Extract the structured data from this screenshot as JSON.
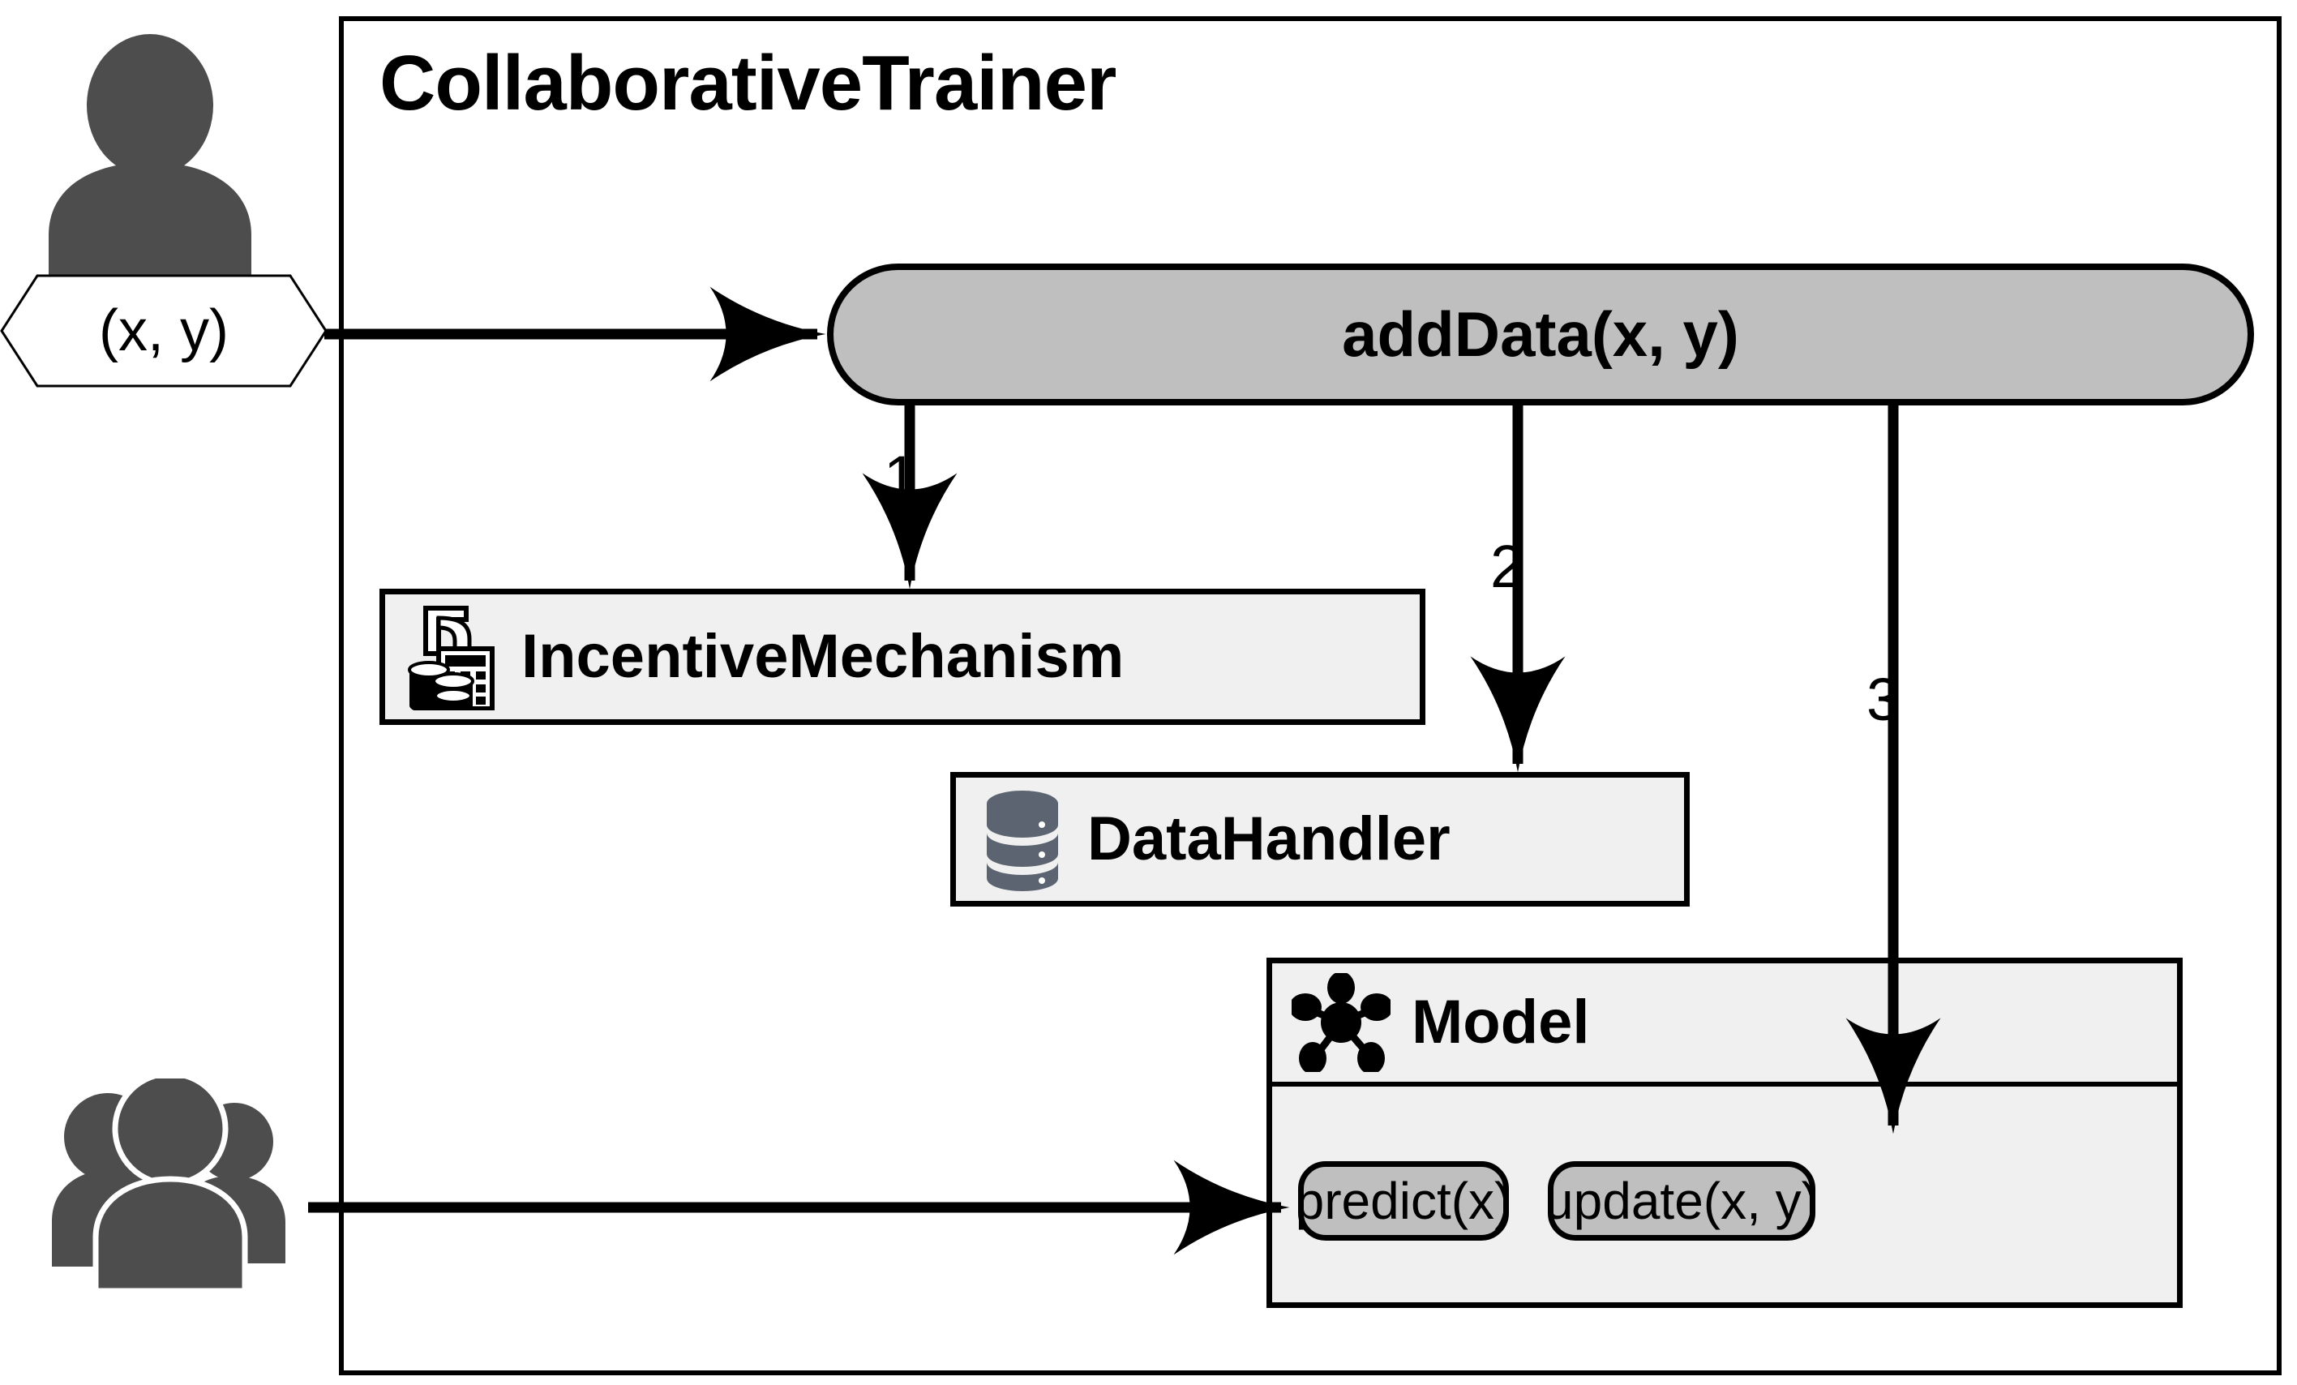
{
  "diagram": {
    "title": "CollaborativeTrainer",
    "container_label": "CollaborativeTrainer"
  },
  "actors": {
    "single_user": {
      "icon": "user-icon",
      "data_label": "(x, y)"
    },
    "group_users": {
      "icon": "users-group-icon"
    }
  },
  "entry_method": {
    "label": "addData(x, y)",
    "fill": "#bfbfbf"
  },
  "components": [
    {
      "id": "incentive-mechanism",
      "label": "IncentiveMechanism",
      "icon": "calculator-coins-icon",
      "fill": "#f0f0f0"
    },
    {
      "id": "data-handler",
      "label": "DataHandler",
      "icon": "database-icon",
      "fill": "#f0f0f0"
    },
    {
      "id": "model",
      "label": "Model",
      "icon": "network-hub-icon",
      "fill": "#f0f0f0"
    }
  ],
  "model_methods": [
    {
      "id": "predict",
      "label": "predict(x)",
      "fill": "#bfbfbf"
    },
    {
      "id": "update",
      "label": "update(x, y)",
      "fill": "#bfbfbf"
    }
  ],
  "flow_steps": [
    {
      "number": "1",
      "from": "addData(x, y)",
      "to": "IncentiveMechanism"
    },
    {
      "number": "2",
      "from": "addData(x, y)",
      "to": "DataHandler"
    },
    {
      "number": "3",
      "from": "addData(x, y)",
      "to": "update(x, y)"
    }
  ],
  "colors": {
    "stroke": "#000000",
    "component_fill": "#f0f0f0",
    "method_fill": "#bfbfbf",
    "actor_gray": "#4d4d4d",
    "database_gray": "#5b6470",
    "page_background": "#ffffff"
  }
}
